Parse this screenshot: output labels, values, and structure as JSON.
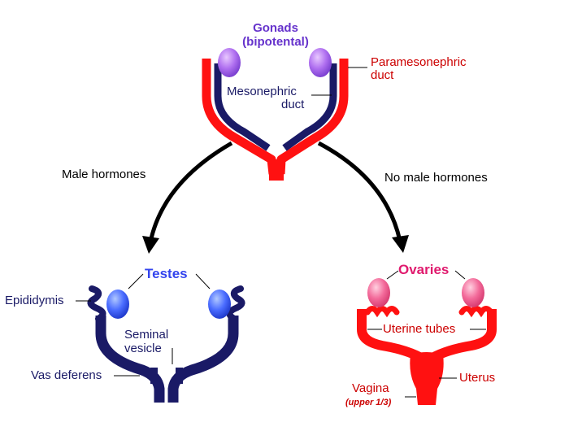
{
  "colors": {
    "navy": "#1a1a66",
    "red": "#ff1111",
    "purple_title": "#6633cc",
    "dark_red_label": "#cc0000",
    "testes_blue": "#3344ee",
    "ovaries_pink": "#e01a6e",
    "arrow": "#000000"
  },
  "top": {
    "gonads_title": "Gonads",
    "gonads_subtitle": "(bipotental)",
    "paramesonephric_line1": "Paramesonephric",
    "paramesonephric_line2": "duct",
    "mesonephric_line1": "Mesonephric",
    "mesonephric_line2": "duct",
    "gonad_icon": "purple-oval"
  },
  "arrows": {
    "left_label": "Male hormones",
    "right_label": "No male hormones"
  },
  "male": {
    "testes": "Testes",
    "epididymis": "Epididymis",
    "seminal_line1": "Seminal",
    "seminal_line2": "vesicle",
    "vas_deferens": "Vas deferens"
  },
  "female": {
    "ovaries": "Ovaries",
    "uterine_tubes": "Uterine tubes",
    "uterus": "Uterus",
    "vagina": "Vagina",
    "vagina_note": "(upper 1/3)"
  }
}
